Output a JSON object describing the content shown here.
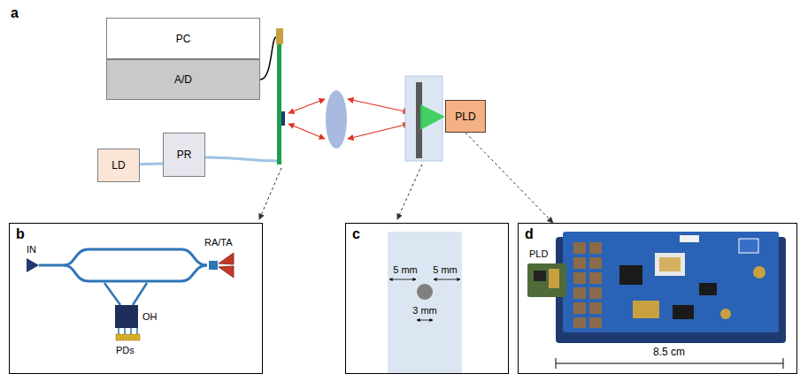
{
  "diagram": {
    "nodes": [
      {
        "text": [
          "PC"
        ]
      },
      {
        "text": [
          "A/D"
        ]
      },
      {
        "text": [
          "LD"
        ]
      },
      {
        "text": [
          "PR"
        ]
      },
      {
        "text": [
          "PLD"
        ]
      },
      {
        "text": [
          "b"
        ]
      },
      {
        "text": [
          "c"
        ]
      },
      {
        "text": [
          "d"
        ]
      }
    ],
    "edges": [
      {
        "from": 2,
        "to": 3,
        "arrow": "none"
      },
      {
        "from": 4,
        "to": 7,
        "arrow": "to"
      }
    ],
    "labels": [
      "a",
      "IN",
      "RA/TA",
      "OH",
      "PDs",
      "5 mm",
      "5 mm",
      "3 mm",
      "PLD",
      "8.5 cm"
    ]
  }
}
